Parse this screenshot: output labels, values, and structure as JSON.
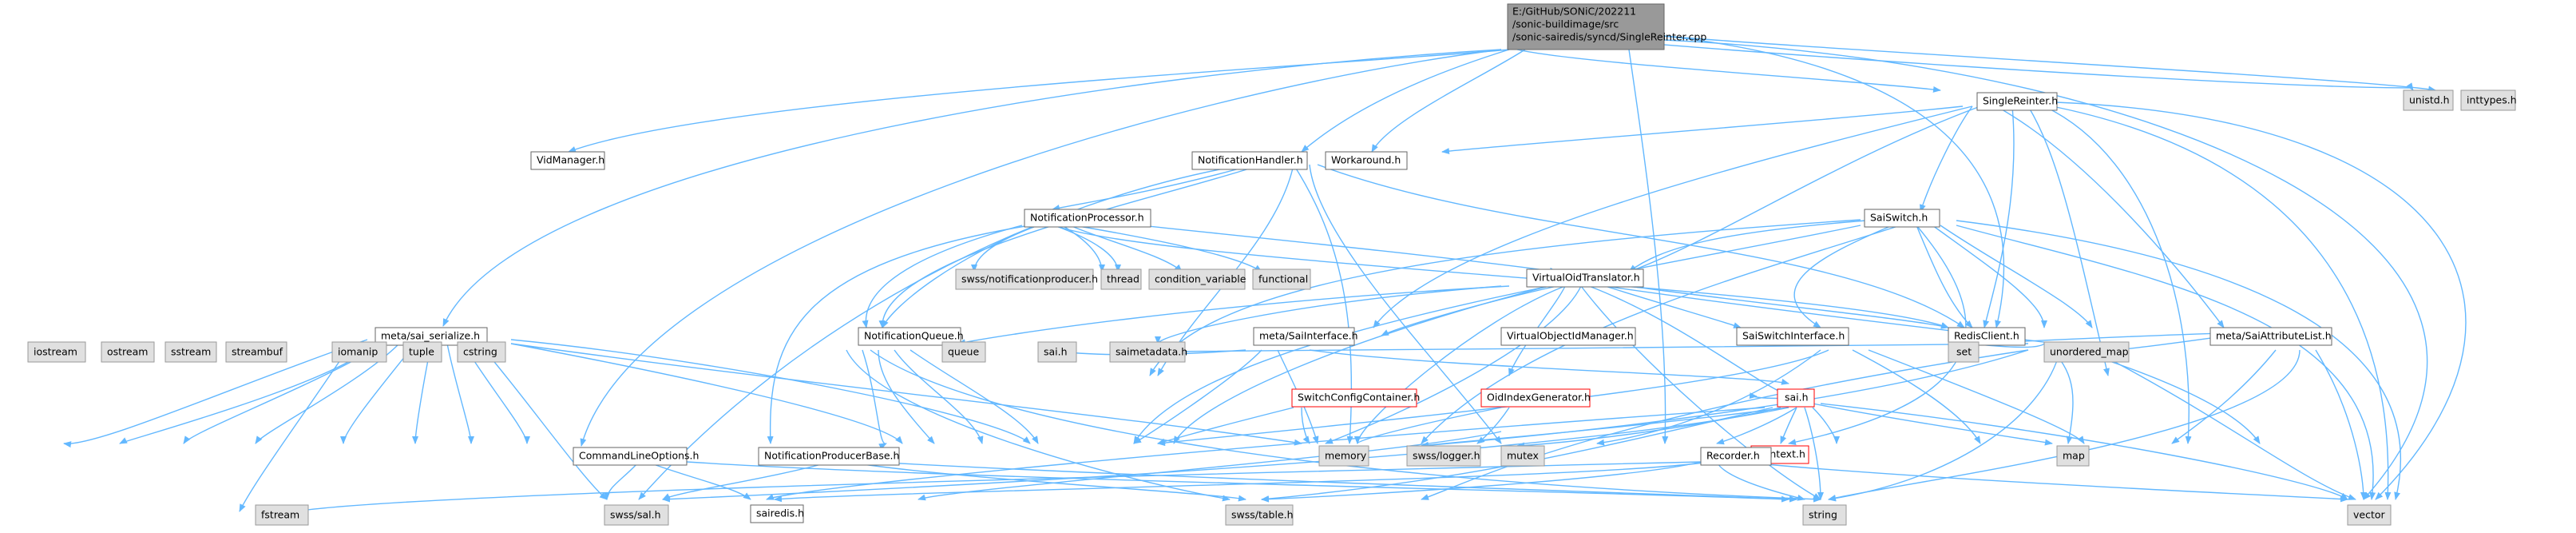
{
  "root": {
    "line1": "E:/GitHub/SONiC/202211",
    "line2": "/sonic-buildimage/src",
    "line3": "/sonic-sairedis/syncd/SingleReinter.cpp"
  },
  "nodes": {
    "unistd": "unistd.h",
    "inttypes": "inttypes.h",
    "singlereinter": "SingleReinter.h",
    "vidmanager": "VidManager.h",
    "notificationhandler": "NotificationHandler.h",
    "workaround": "Workaround.h",
    "notificationprocessor": "NotificationProcessor.h",
    "saiswitch": "SaiSwitch.h",
    "swss_notificationproducer": "swss/notificationproducer.h",
    "thread": "thread",
    "condition_variable": "condition_variable",
    "functional": "functional",
    "virtualoidtranslator": "VirtualOidTranslator.h",
    "meta_sai_serialize": "meta/sai_serialize.h",
    "notificationqueue": "NotificationQueue.h",
    "meta_saiinterface": "meta/SaiInterface.h",
    "virtualobjectidmanager": "VirtualObjectIdManager.h",
    "saiswitchinterface": "SaiSwitchInterface.h",
    "redisclient": "RedisClient.h",
    "meta_saiattributelist": "meta/SaiAttributeList.h",
    "iostream": "iostream",
    "ostream": "ostream",
    "sstream": "sstream",
    "streambuf": "streambuf",
    "iomanip": "iomanip",
    "tuple": "tuple",
    "cstring": "cstring",
    "queue": "queue",
    "sai_h": "sai.h",
    "saimetadata": "saimetadata.h",
    "set": "set",
    "unordered_map": "unordered_map",
    "switchconfigcontainer": "SwitchConfigContainer.h",
    "oidindexgenerator": "OidIndexGenerator.h",
    "sai_h2": "sai.h",
    "memory": "memory",
    "swss_logger": "swss/logger.h",
    "mutex": "mutex",
    "context": "Context.h",
    "map": "map",
    "commandlineoptions": "CommandLineOptions.h",
    "notificationproducerbase": "NotificationProducerBase.h",
    "recorder": "Recorder.h",
    "fstream": "fstream",
    "swss_sal": "swss/sal.h",
    "sairedis": "sairedis.h",
    "swss_table": "swss/table.h",
    "string": "string",
    "vector": "vector"
  },
  "colors": {
    "edge": "#63b8ff",
    "root_fill": "#999999",
    "grey_fill": "#e0e0e0",
    "red_border": "#ff0000"
  }
}
